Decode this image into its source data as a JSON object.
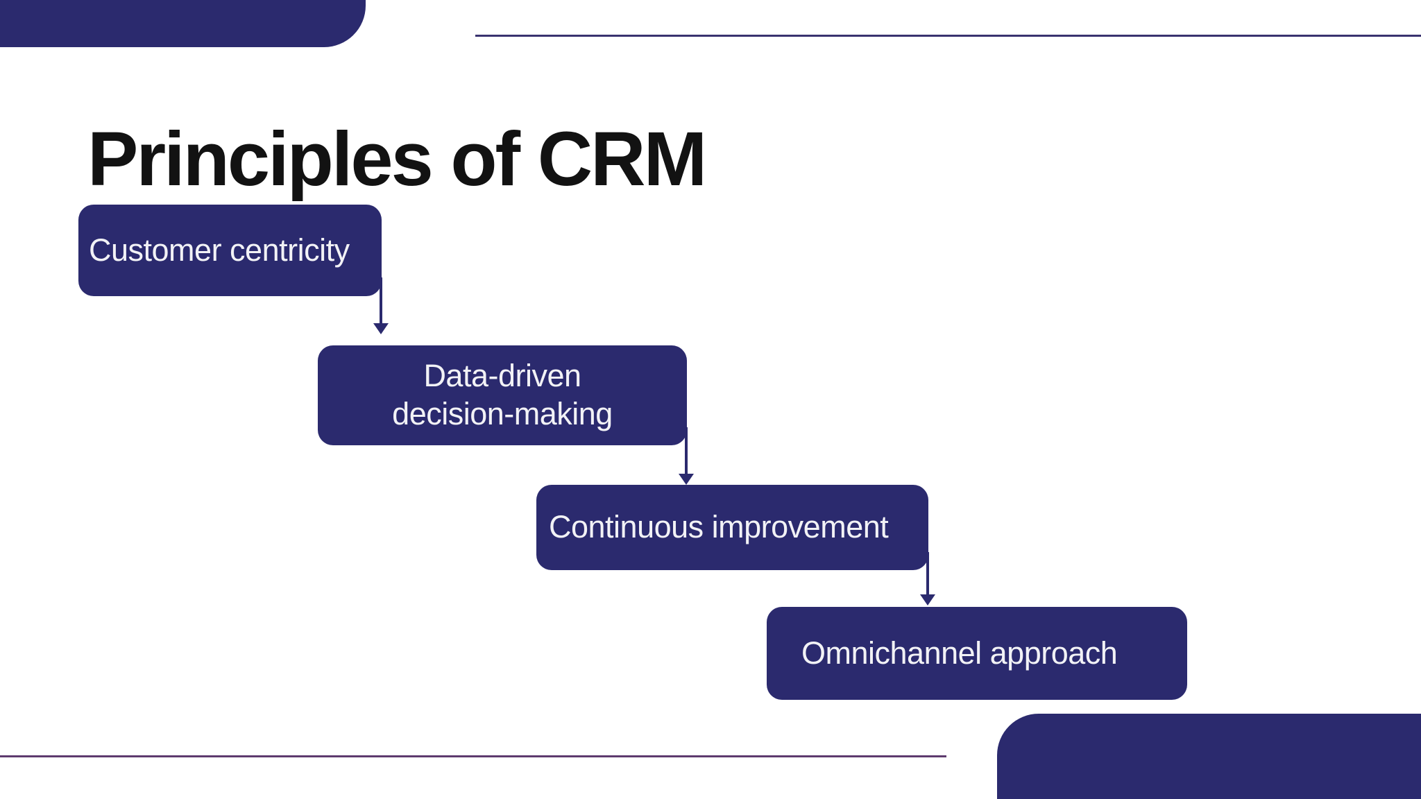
{
  "slide": {
    "title": "Principles of CRM",
    "colors": {
      "background": "#ffffff",
      "accent_navy": "#2b2a6e",
      "title_text": "#121212",
      "box_text": "#f2f2f6",
      "top_divider_line": "#39326f",
      "bottom_divider_line": "#5d3a6e"
    }
  },
  "diagram": {
    "type": "stepped-flow",
    "direction": "top-left to bottom-right",
    "nodes": [
      {
        "label": "Customer centricity"
      },
      {
        "label": "Data-driven decision-making"
      },
      {
        "label": "Continuous improvement"
      },
      {
        "label": "Omnichannel approach"
      }
    ],
    "connectors": [
      {
        "from": "Customer centricity",
        "to": "Data-driven decision-making",
        "style": "down-arrow"
      },
      {
        "from": "Data-driven decision-making",
        "to": "Continuous improvement",
        "style": "down-arrow"
      },
      {
        "from": "Continuous improvement",
        "to": "Omnichannel approach",
        "style": "down-arrow"
      }
    ]
  }
}
